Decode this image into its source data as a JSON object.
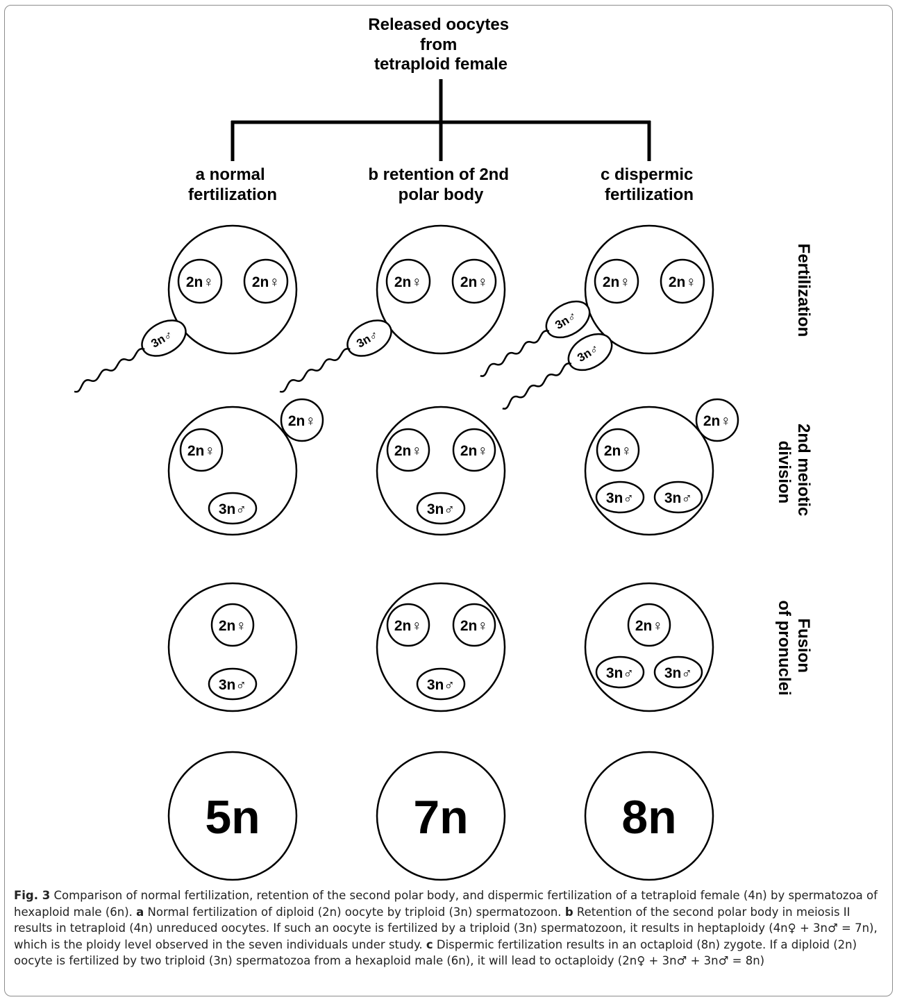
{
  "title": "Released oocytes\nfrom\ntetraploid female",
  "columns": [
    {
      "heading": "a  normal\nfertilization",
      "fertilization": {
        "nuclei": [
          "2n♀",
          "2n♀"
        ],
        "sperm": [
          "3n♂"
        ]
      },
      "meiotic": {
        "polar_body": "2n♀",
        "nuclei": [
          "2n♀",
          "3n♂"
        ]
      },
      "fusion": {
        "nuclei": [
          "2n♀",
          "3n♂"
        ]
      },
      "result": "5n"
    },
    {
      "heading": "b  retention of 2nd\npolar body",
      "fertilization": {
        "nuclei": [
          "2n♀",
          "2n♀"
        ],
        "sperm": [
          "3n♂"
        ]
      },
      "meiotic": {
        "nuclei": [
          "2n♀",
          "2n♀",
          "3n♂"
        ]
      },
      "fusion": {
        "nuclei": [
          "2n♀",
          "2n♀",
          "3n♂"
        ]
      },
      "result": "7n"
    },
    {
      "heading": "c  dispermic\nfertilization",
      "fertilization": {
        "nuclei": [
          "2n♀",
          "2n♀"
        ],
        "sperm": [
          "3n♂",
          "3n♂"
        ]
      },
      "meiotic": {
        "polar_body": "2n♀",
        "nuclei": [
          "2n♀",
          "3n♂",
          "3n♂"
        ]
      },
      "fusion": {
        "nuclei": [
          "2n♀",
          "3n♂",
          "3n♂"
        ]
      },
      "result": "8n"
    }
  ],
  "rows": [
    "Fertilization",
    "2nd meiotic\ndivision",
    "Fusion\nof pronuclei"
  ],
  "caption": {
    "lead": "Fig. 3",
    "text_1": "  Comparison of normal fertilization, retention of the second polar body, and dispermic fertilization of a tetraploid female (4n) by spermatozoa of hexaploid male (6n). ",
    "label_a": "a",
    "text_a": " Normal fertilization of diploid (2n) oocyte by triploid (3n) spermatozoon. ",
    "label_b": "b",
    "text_b": " Retention of the second polar body in meiosis II results in tetraploid (4n) unreduced oocytes. If such an oocyte is fertilized by a triploid (3n) spermatozoon, it results in heptaploidy (4n♀ + 3n♂ = 7n), which is the ploidy level observed in the seven individuals under study. ",
    "label_c": "c",
    "text_c": " Dispermic fertilization results in an octaploid (8n) zygote. If a diploid (2n) oocyte is fertilized by two triploid (3n) spermatozoa from a hexaploid male (6n), it will lead to octaploidy (2n♀ + 3n♂ + 3n♂ = 8n)"
  }
}
